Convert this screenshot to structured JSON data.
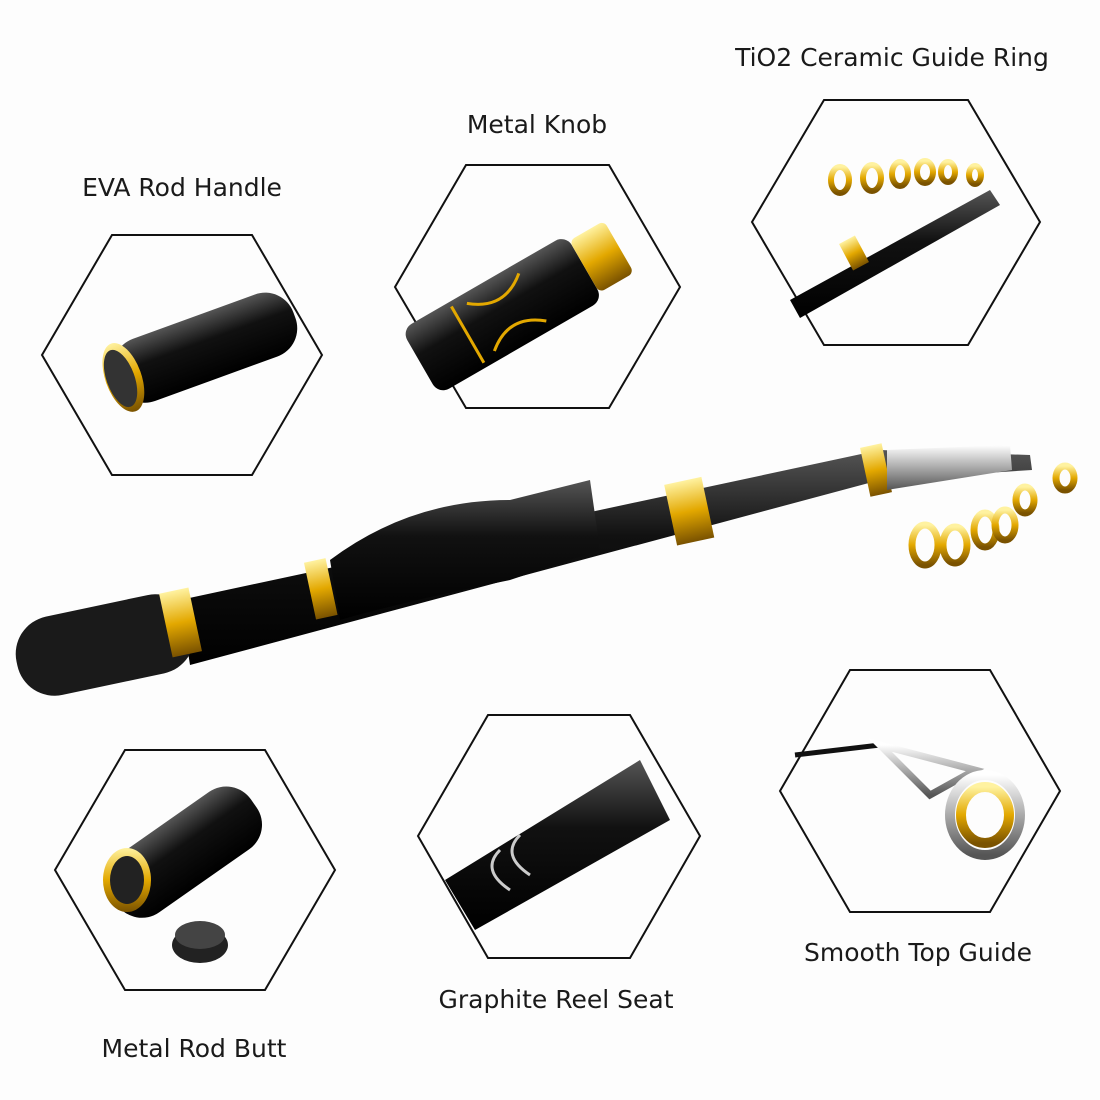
{
  "labels": {
    "eva_handle": "EVA Rod Handle",
    "metal_knob": "Metal Knob",
    "guide_ring": "TiO2 Ceramic Guide Ring",
    "rod_butt": "Metal Rod Butt",
    "reel_seat": "Graphite Reel Seat",
    "top_guide": "Smooth Top Guide"
  },
  "colors": {
    "gold": "#e3a800",
    "black": "#111111",
    "silver": "#c8c8c8"
  }
}
